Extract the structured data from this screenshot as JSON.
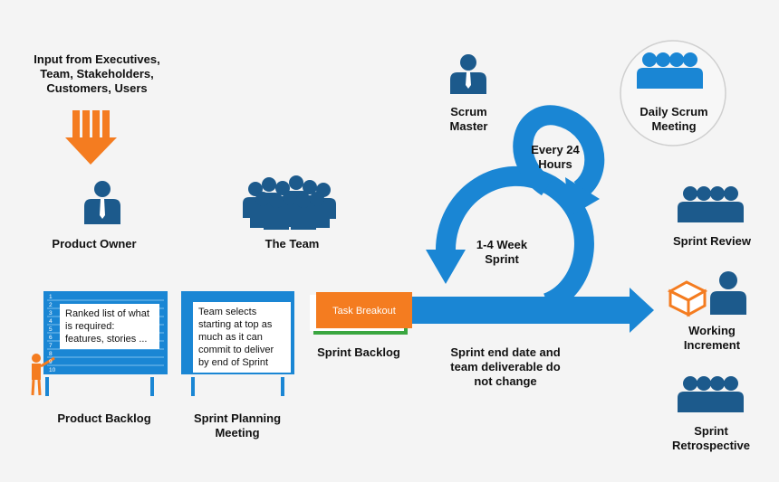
{
  "labels": {
    "input": "Input from Executives, Team, Stakeholders, Customers, Users",
    "product_owner": "Product Owner",
    "the_team": "The Team",
    "scrum_master": "Scrum Master",
    "daily_scrum": "Daily Scrum Meeting",
    "every_24": "Every 24 Hours",
    "sprint_length": "1-4 Week Sprint",
    "sprint_review": "Sprint Review",
    "working_increment": "Working Increment",
    "sprint_retrospective": "Sprint Retrospective",
    "product_backlog": "Product Backlog",
    "sprint_planning": "Sprint Planning Meeting",
    "sprint_backlog": "Sprint Backlog",
    "sprint_end": "Sprint end date and team deliverable do not change",
    "task_breakout": "Task Breakout"
  },
  "backlog": {
    "text": "Ranked list of what is required: features, stories ...",
    "row_numbers": [
      "1",
      "2",
      "3",
      "4",
      "5",
      "6",
      "7",
      "8",
      "9",
      "10"
    ]
  },
  "planning": {
    "text": "Team selects starting at top as much as it can commit to deliver by end of Sprint"
  },
  "colors": {
    "blue": "#1a86d4",
    "dark_blue": "#1c5a8c",
    "orange": "#f47c20",
    "green": "#3aa640"
  }
}
